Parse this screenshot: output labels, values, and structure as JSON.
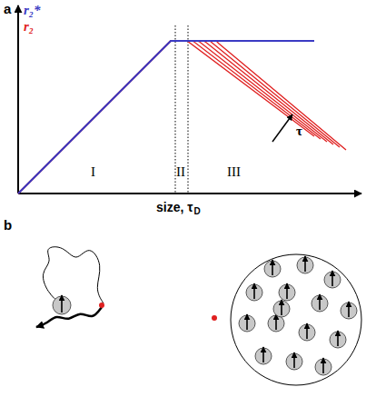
{
  "diagram": {
    "labels": [
      "a",
      "r₂*",
      "r₂",
      "I",
      "II",
      "III",
      "size, τ",
      "D",
      "τ",
      "b"
    ]
  }
}
